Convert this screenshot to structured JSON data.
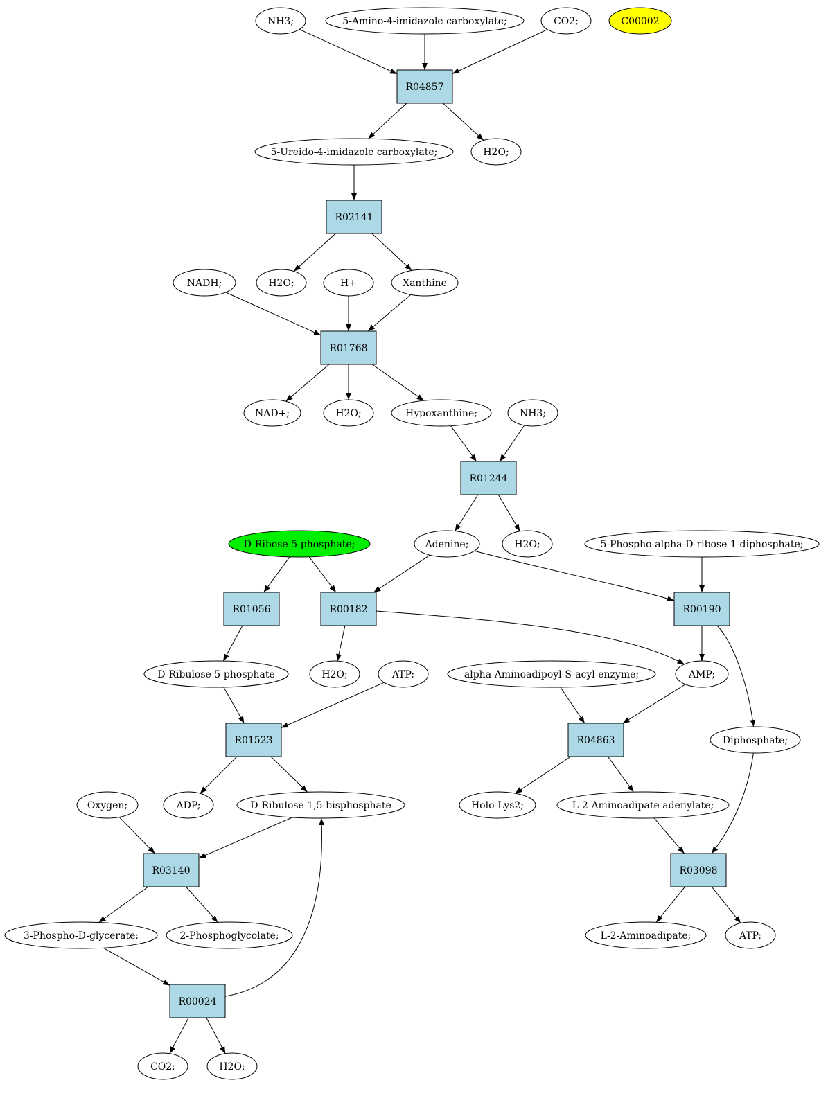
{
  "colors": {
    "reaction_fill": "#add8e6",
    "compound_fill": "#ffffff",
    "source_fill": "#00ee00",
    "query_fill": "#ffff00",
    "stroke": "#000000"
  },
  "nodes": [
    {
      "id": "nh3_top",
      "label": "NH3;",
      "kind": "compound"
    },
    {
      "id": "aic",
      "label": "5-Amino-4-imidazole carboxylate;",
      "kind": "compound"
    },
    {
      "id": "co2_top",
      "label": "CO2;",
      "kind": "compound"
    },
    {
      "id": "c00002",
      "label": "C00002",
      "kind": "query"
    },
    {
      "id": "r04857",
      "label": "R04857",
      "kind": "reaction"
    },
    {
      "id": "uic",
      "label": "5-Ureido-4-imidazole carboxylate;",
      "kind": "compound"
    },
    {
      "id": "h2o_1",
      "label": "H2O;",
      "kind": "compound"
    },
    {
      "id": "r02141",
      "label": "R02141",
      "kind": "reaction"
    },
    {
      "id": "nadh",
      "label": "NADH;",
      "kind": "compound"
    },
    {
      "id": "h2o_2",
      "label": "H2O;",
      "kind": "compound"
    },
    {
      "id": "hplus",
      "label": "H+",
      "kind": "compound"
    },
    {
      "id": "xanthine",
      "label": "Xanthine",
      "kind": "compound"
    },
    {
      "id": "r01768",
      "label": "R01768",
      "kind": "reaction"
    },
    {
      "id": "nad",
      "label": "NAD+;",
      "kind": "compound"
    },
    {
      "id": "h2o_3",
      "label": "H2O;",
      "kind": "compound"
    },
    {
      "id": "hypoxanthine",
      "label": "Hypoxanthine;",
      "kind": "compound"
    },
    {
      "id": "nh3_2",
      "label": "NH3;",
      "kind": "compound"
    },
    {
      "id": "r01244",
      "label": "R01244",
      "kind": "reaction"
    },
    {
      "id": "ribose5p",
      "label": "D-Ribose 5-phosphate;",
      "kind": "source"
    },
    {
      "id": "adenine",
      "label": "Adenine;",
      "kind": "compound"
    },
    {
      "id": "h2o_4",
      "label": "H2O;",
      "kind": "compound"
    },
    {
      "id": "prpp",
      "label": "5-Phospho-alpha-D-ribose 1-diphosphate;",
      "kind": "compound"
    },
    {
      "id": "r01056",
      "label": "R01056",
      "kind": "reaction"
    },
    {
      "id": "r00182",
      "label": "R00182",
      "kind": "reaction"
    },
    {
      "id": "r00190",
      "label": "R00190",
      "kind": "reaction"
    },
    {
      "id": "ribulose5p",
      "label": "D-Ribulose 5-phosphate",
      "kind": "compound"
    },
    {
      "id": "h2o_5",
      "label": "H2O;",
      "kind": "compound"
    },
    {
      "id": "atp_1",
      "label": "ATP;",
      "kind": "compound"
    },
    {
      "id": "aaacyl",
      "label": "alpha-Aminoadipoyl-S-acyl enzyme;",
      "kind": "compound"
    },
    {
      "id": "amp",
      "label": "AMP;",
      "kind": "compound"
    },
    {
      "id": "r01523",
      "label": "R01523",
      "kind": "reaction"
    },
    {
      "id": "r04863",
      "label": "R04863",
      "kind": "reaction"
    },
    {
      "id": "diphosphate",
      "label": "Diphosphate;",
      "kind": "compound"
    },
    {
      "id": "oxygen",
      "label": "Oxygen;",
      "kind": "compound"
    },
    {
      "id": "adp",
      "label": "ADP;",
      "kind": "compound"
    },
    {
      "id": "rubp",
      "label": "D-Ribulose 1,5-bisphosphate",
      "kind": "compound"
    },
    {
      "id": "holo",
      "label": "Holo-Lys2;",
      "kind": "compound"
    },
    {
      "id": "aad_adenylate",
      "label": "L-2-Aminoadipate adenylate;",
      "kind": "compound"
    },
    {
      "id": "r03140",
      "label": "R03140",
      "kind": "reaction"
    },
    {
      "id": "r03098",
      "label": "R03098",
      "kind": "reaction"
    },
    {
      "id": "pga",
      "label": "3-Phospho-D-glycerate;",
      "kind": "compound"
    },
    {
      "id": "pglycolate",
      "label": "2-Phosphoglycolate;",
      "kind": "compound"
    },
    {
      "id": "aad",
      "label": "L-2-Aminoadipate;",
      "kind": "compound"
    },
    {
      "id": "atp_2",
      "label": "ATP;",
      "kind": "compound"
    },
    {
      "id": "r00024",
      "label": "R00024",
      "kind": "reaction"
    },
    {
      "id": "co2_bottom",
      "label": "CO2;",
      "kind": "compound"
    },
    {
      "id": "h2o_6",
      "label": "H2O;",
      "kind": "compound"
    }
  ],
  "edges": [
    {
      "from": "nh3_top",
      "to": "r04857"
    },
    {
      "from": "aic",
      "to": "r04857"
    },
    {
      "from": "co2_top",
      "to": "r04857"
    },
    {
      "from": "r04857",
      "to": "uic"
    },
    {
      "from": "r04857",
      "to": "h2o_1"
    },
    {
      "from": "uic",
      "to": "r02141"
    },
    {
      "from": "r02141",
      "to": "h2o_2"
    },
    {
      "from": "r02141",
      "to": "xanthine"
    },
    {
      "from": "nadh",
      "to": "r01768"
    },
    {
      "from": "hplus",
      "to": "r01768"
    },
    {
      "from": "xanthine",
      "to": "r01768"
    },
    {
      "from": "r01768",
      "to": "nad"
    },
    {
      "from": "r01768",
      "to": "h2o_3"
    },
    {
      "from": "r01768",
      "to": "hypoxanthine"
    },
    {
      "from": "hypoxanthine",
      "to": "r01244"
    },
    {
      "from": "nh3_2",
      "to": "r01244"
    },
    {
      "from": "r01244",
      "to": "adenine"
    },
    {
      "from": "r01244",
      "to": "h2o_4"
    },
    {
      "from": "ribose5p",
      "to": "r01056"
    },
    {
      "from": "ribose5p",
      "to": "r00182"
    },
    {
      "from": "adenine",
      "to": "r00182"
    },
    {
      "from": "adenine",
      "to": "r00190"
    },
    {
      "from": "prpp",
      "to": "r00190"
    },
    {
      "from": "r01056",
      "to": "ribulose5p"
    },
    {
      "from": "r00182",
      "to": "h2o_5"
    },
    {
      "from": "r00182",
      "to": "amp"
    },
    {
      "from": "r00190",
      "to": "amp"
    },
    {
      "from": "r00190",
      "to": "diphosphate"
    },
    {
      "from": "ribulose5p",
      "to": "r01523"
    },
    {
      "from": "atp_1",
      "to": "r01523"
    },
    {
      "from": "aaacyl",
      "to": "r04863"
    },
    {
      "from": "amp",
      "to": "r04863"
    },
    {
      "from": "r01523",
      "to": "adp"
    },
    {
      "from": "r01523",
      "to": "rubp"
    },
    {
      "from": "r04863",
      "to": "holo"
    },
    {
      "from": "r04863",
      "to": "aad_adenylate"
    },
    {
      "from": "oxygen",
      "to": "r03140"
    },
    {
      "from": "rubp",
      "to": "r03140"
    },
    {
      "from": "aad_adenylate",
      "to": "r03098"
    },
    {
      "from": "diphosphate",
      "to": "r03098"
    },
    {
      "from": "r03140",
      "to": "pga"
    },
    {
      "from": "r03140",
      "to": "pglycolate"
    },
    {
      "from": "r03098",
      "to": "aad"
    },
    {
      "from": "r03098",
      "to": "atp_2"
    },
    {
      "from": "pga",
      "to": "r00024"
    },
    {
      "from": "r00024",
      "to": "rubp"
    },
    {
      "from": "r00024",
      "to": "co2_bottom"
    },
    {
      "from": "r00024",
      "to": "h2o_6"
    }
  ]
}
